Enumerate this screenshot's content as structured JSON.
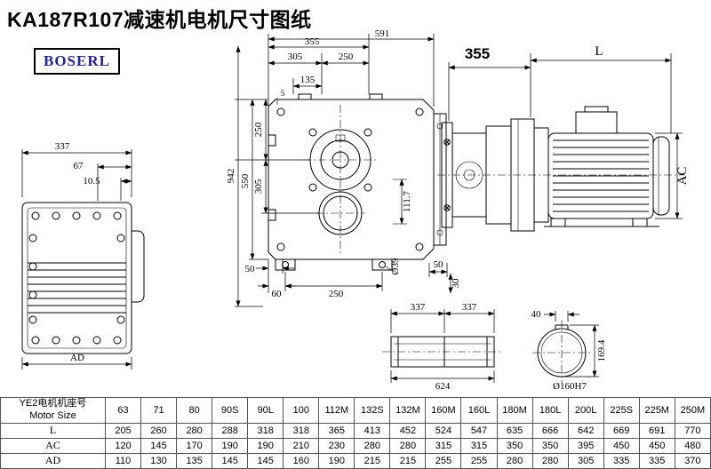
{
  "title": "KA187R107减速机电机尺寸图纸",
  "logo": {
    "text": "BOSERL"
  },
  "drawing": {
    "front": {
      "w337": "337",
      "w67": "67",
      "w105": "10.5",
      "ad": "AD"
    },
    "top": {
      "d591": "591",
      "d355": "355",
      "d305": "305",
      "d250": "250",
      "d135": "135",
      "d5": "5",
      "v250": "250",
      "v305": "305",
      "v550": "550",
      "v942": "942",
      "v1117": "111.7",
      "b50l": "50",
      "b60": "60",
      "b250": "250",
      "d39": "Ø39",
      "b50r": "50",
      "b30": "30"
    },
    "side": {
      "d355": "355",
      "L": "L",
      "AC": "AC"
    },
    "shaft": {
      "a337": "337",
      "b337": "337",
      "t624": "624"
    },
    "bore": {
      "k40": "40",
      "h1694": "169.4",
      "bore": "Ø160H7"
    }
  },
  "table": {
    "header": {
      "line1": "YE2电机机座号",
      "line2": "Motor Size"
    },
    "columns": [
      "63",
      "71",
      "80",
      "90S",
      "90L",
      "100",
      "112M",
      "132S",
      "132M",
      "160M",
      "160L",
      "180M",
      "180L",
      "200L",
      "225S",
      "225M",
      "250M"
    ],
    "rows": [
      {
        "label": "L",
        "values": [
          "205",
          "260",
          "280",
          "288",
          "318",
          "318",
          "365",
          "413",
          "452",
          "524",
          "547",
          "635",
          "666",
          "642",
          "669",
          "691",
          "770"
        ]
      },
      {
        "label": "AC",
        "values": [
          "120",
          "145",
          "170",
          "190",
          "190",
          "210",
          "230",
          "280",
          "280",
          "315",
          "315",
          "350",
          "350",
          "395",
          "450",
          "450",
          "480"
        ]
      },
      {
        "label": "AD",
        "values": [
          "110",
          "130",
          "135",
          "145",
          "145",
          "160",
          "190",
          "215",
          "215",
          "255",
          "255",
          "280",
          "280",
          "305",
          "335",
          "335",
          "370"
        ]
      }
    ]
  }
}
